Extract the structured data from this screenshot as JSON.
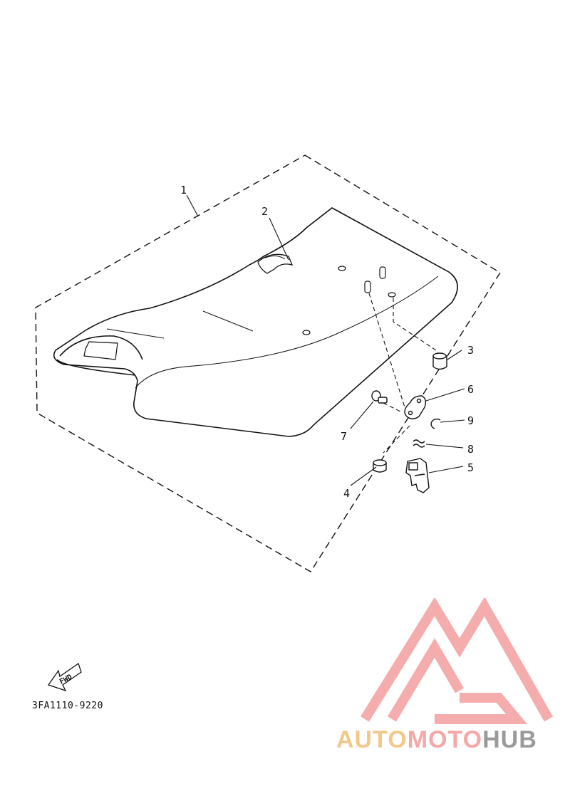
{
  "callouts": [
    {
      "id": "1",
      "label": "1"
    },
    {
      "id": "2",
      "label": "2"
    },
    {
      "id": "3",
      "label": "3"
    },
    {
      "id": "4",
      "label": "4"
    },
    {
      "id": "5",
      "label": "5"
    },
    {
      "id": "6",
      "label": "6"
    },
    {
      "id": "7",
      "label": "7"
    },
    {
      "id": "8",
      "label": "8"
    },
    {
      "id": "9",
      "label": "9"
    }
  ],
  "fwd_label": "FWD",
  "part_code": "3FA1110-9220",
  "watermark": {
    "brand_part1": "AUTO",
    "brand_part2": "MOTO",
    "brand_part3": "HUB",
    "colors": {
      "gold": "#f2c98a",
      "pink": "#f4a8a8",
      "gray": "#9a9a9a"
    }
  }
}
